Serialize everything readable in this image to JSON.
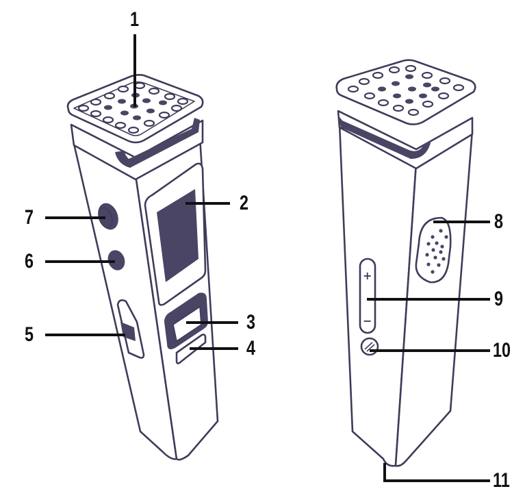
{
  "diagram": {
    "title": "",
    "colors": {
      "device_outline": "#3f3b5a",
      "device_fill_dark": "#4a4565",
      "leader_lines": "#111111",
      "background": "#ffffff"
    },
    "views": [
      {
        "id": "front-view",
        "description": "Digital voice recorder, front/left side view"
      },
      {
        "id": "back-view",
        "description": "Digital voice recorder, rear/right side view"
      }
    ],
    "callouts": [
      {
        "number": "1",
        "part": "microphone grille"
      },
      {
        "number": "2",
        "part": "display screen"
      },
      {
        "number": "3",
        "part": "main button"
      },
      {
        "number": "4",
        "part": "secondary button"
      },
      {
        "number": "5",
        "part": "slide switch"
      },
      {
        "number": "6",
        "part": "jack port"
      },
      {
        "number": "7",
        "part": "jack port"
      },
      {
        "number": "8",
        "part": "speaker grille"
      },
      {
        "number": "9",
        "part": "volume rocker"
      },
      {
        "number": "10",
        "part": "round button"
      },
      {
        "number": "11",
        "part": "bottom end"
      }
    ],
    "volume_symbols": {
      "plus": "+",
      "minus": "−"
    }
  }
}
